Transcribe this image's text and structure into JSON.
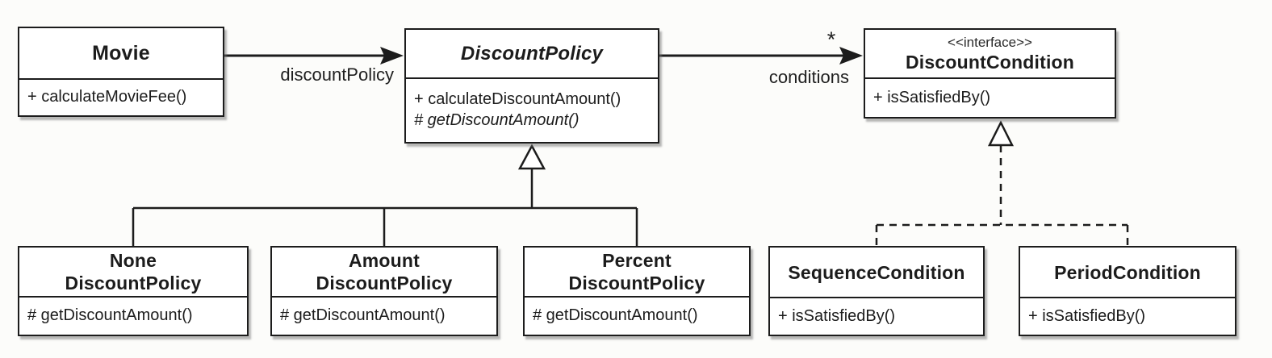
{
  "diagram": {
    "kind": "uml-class-diagram",
    "background": "#fcfcfa",
    "line_color": "#1c1c1c",
    "box_fill": "#ffffff"
  },
  "classes": {
    "movie": {
      "name": "Movie",
      "methods": [
        "+ calculateMovieFee()"
      ]
    },
    "discount_policy": {
      "name": "DiscountPolicy",
      "abstract": true,
      "methods": [
        "+ calculateDiscountAmount()",
        "# getDiscountAmount()"
      ]
    },
    "discount_condition": {
      "stereotype": "<<interface>>",
      "name": "DiscountCondition",
      "methods": [
        "+ isSatisfiedBy()"
      ]
    },
    "none_discount_policy": {
      "name": "None\nDiscountPolicy",
      "methods": [
        "# getDiscountAmount()"
      ]
    },
    "amount_discount_policy": {
      "name": "Amount\nDiscountPolicy",
      "methods": [
        "# getDiscountAmount()"
      ]
    },
    "percent_discount_policy": {
      "name": "Percent\nDiscountPolicy",
      "methods": [
        "# getDiscountAmount()"
      ]
    },
    "sequence_condition": {
      "name": "SequenceCondition",
      "methods": [
        "+ isSatisfiedBy()"
      ]
    },
    "period_condition": {
      "name": "PeriodCondition",
      "methods": [
        "+ isSatisfiedBy()"
      ]
    }
  },
  "relationships": {
    "movie_to_discount_policy": {
      "type": "directed-association",
      "from": "Movie",
      "to": "DiscountPolicy",
      "label": "discountPolicy"
    },
    "discount_policy_to_discount_condition": {
      "type": "directed-association",
      "from": "DiscountPolicy",
      "to": "DiscountCondition",
      "label": "conditions",
      "multiplicity": "*"
    },
    "generalization": {
      "type": "generalization",
      "parent": "DiscountPolicy",
      "children": [
        "NoneDiscountPolicy",
        "AmountDiscountPolicy",
        "PercentDiscountPolicy"
      ]
    },
    "realization": {
      "type": "realization",
      "interface": "DiscountCondition",
      "implementors": [
        "SequenceCondition",
        "PeriodCondition"
      ]
    }
  }
}
